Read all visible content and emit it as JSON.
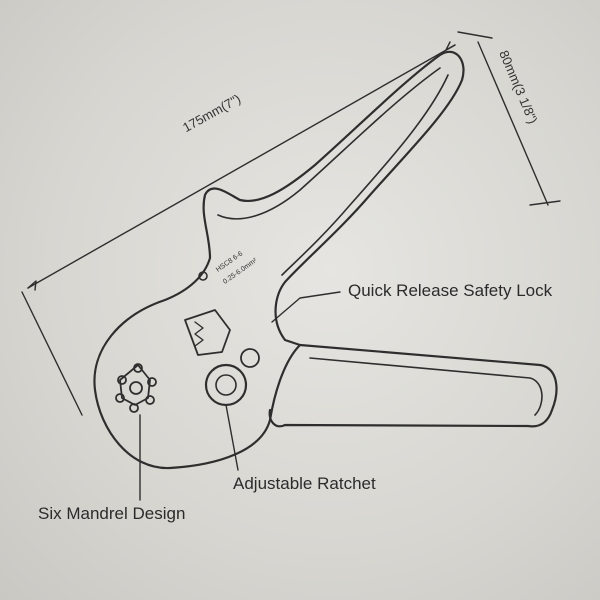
{
  "diagram": {
    "length_dimension": "175mm(7\")",
    "handle_width_dimension": "80mm(3 1/8\")",
    "callouts": {
      "quick_release": "Quick Release Safety Lock",
      "ratchet": "Adjustable Ratchet",
      "mandrel": "Six Mandrel Design"
    },
    "engraving": {
      "line1": "HSC8 6-6",
      "line2": "0.25-6.0mm²"
    }
  }
}
